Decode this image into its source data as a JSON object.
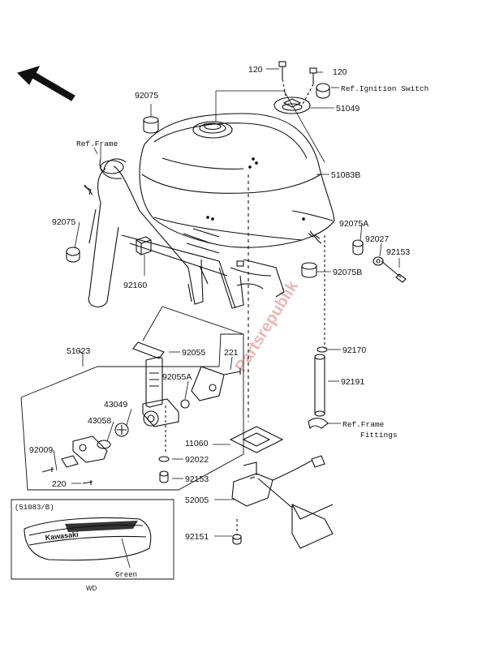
{
  "labels": {
    "p120a": "120",
    "p120b": "120",
    "ref_ignition": "Ref.Ignition Switch",
    "p51049": "51049",
    "p92075_top": "92075",
    "ref_frame": "Ref.Frame",
    "p51083b": "51083B",
    "p92075_left": "92075",
    "p92075a": "92075A",
    "p92027": "92027",
    "p92153_right": "92153",
    "p92160": "92160",
    "p92075b": "92075B",
    "p51023": "51023",
    "p92055": "92055",
    "p221": "221",
    "p92170": "92170",
    "p92055a": "92055A",
    "p92191": "92191",
    "p43049": "43049",
    "p43058": "43058",
    "ref_frame_fittings_1": "Ref.Frame",
    "ref_frame_fittings_2": "Fittings",
    "p11060": "11060",
    "p92009": "92009",
    "p92022": "92022",
    "p220": "220",
    "p92153_bottom": "92153",
    "p52005": "52005",
    "p92151": "92151",
    "inset_code": "(51083/B)",
    "inset_brand": "Kawasaki",
    "inset_color": "Green",
    "wd": "WD"
  },
  "watermark": "Partsrepublik"
}
